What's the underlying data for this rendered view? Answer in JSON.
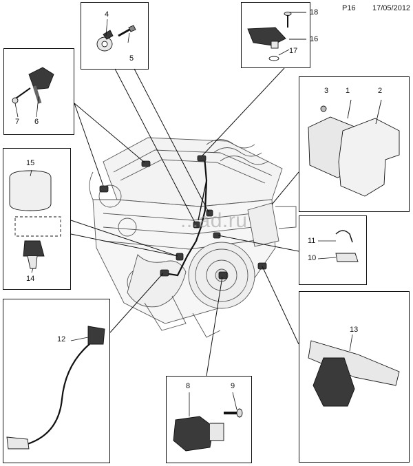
{
  "header": {
    "page_code": "P16",
    "date": "17/05/2012"
  },
  "watermark": "...ad.ru",
  "callouts": {
    "c1": "1",
    "c2": "2",
    "c3": "3",
    "c4": "4",
    "c5": "5",
    "c6": "6",
    "c7": "7",
    "c8": "8",
    "c9": "9",
    "c10": "10",
    "c11": "11",
    "c12": "12",
    "c13": "13",
    "c14": "14",
    "c15": "15",
    "c16": "16",
    "c17": "17",
    "c18": "18"
  },
  "colors": {
    "line": "#111111",
    "engine": "#555555",
    "part_fill": "#e8e8e8",
    "part_dark": "#3a3a3a"
  }
}
